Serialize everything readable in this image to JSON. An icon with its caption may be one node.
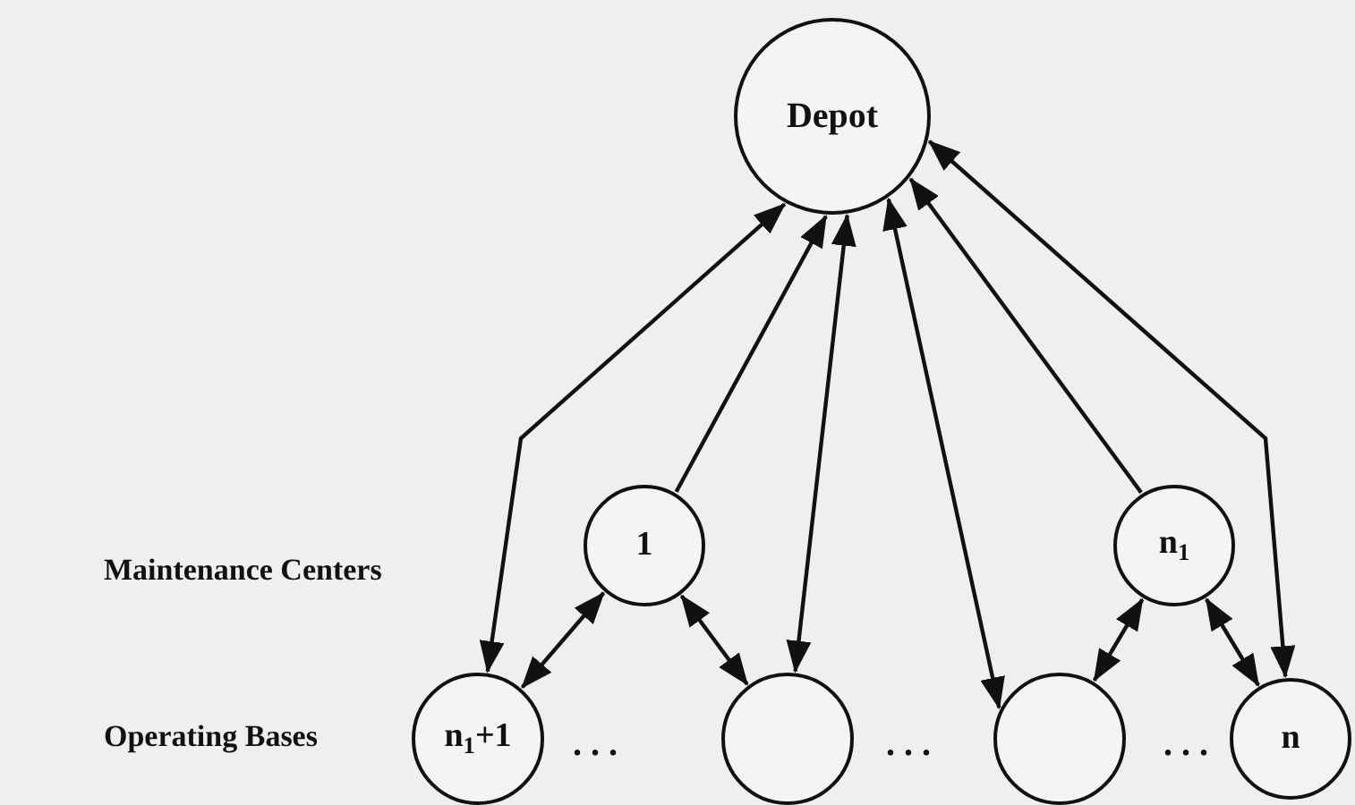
{
  "diagram": {
    "nodes": [
      {
        "text": [
          "Depot"
        ]
      },
      {
        "text": [
          "1"
        ]
      },
      {
        "text": [
          "n$_{1}$"
        ]
      },
      {
        "text": [
          "n$_{1}$+1"
        ]
      },
      {
        "text": [],
        "shape": "circle"
      },
      {
        "text": [],
        "shape": "circle"
      },
      {
        "text": [
          "n"
        ]
      }
    ],
    "edges": [
      {
        "from": 3,
        "to": 0,
        "arrow": "both"
      },
      {
        "from": 1,
        "to": 0,
        "arrow": "to"
      },
      {
        "from": 4,
        "to": 0,
        "arrow": "both"
      },
      {
        "from": 5,
        "to": 0,
        "arrow": "both"
      },
      {
        "from": 2,
        "to": 0,
        "arrow": "to"
      },
      {
        "from": 6,
        "to": 0,
        "arrow": "both"
      },
      {
        "from": 1,
        "to": 3,
        "arrow": "both"
      },
      {
        "from": 1,
        "to": 4,
        "arrow": "both"
      },
      {
        "from": 2,
        "to": 5,
        "arrow": "both"
      },
      {
        "from": 2,
        "to": 6,
        "arrow": "both"
      }
    ],
    "labels": [
      "Maintenance Centers",
      "Operating Bases",
      ". . .",
      ". . .",
      ". . ."
    ]
  }
}
